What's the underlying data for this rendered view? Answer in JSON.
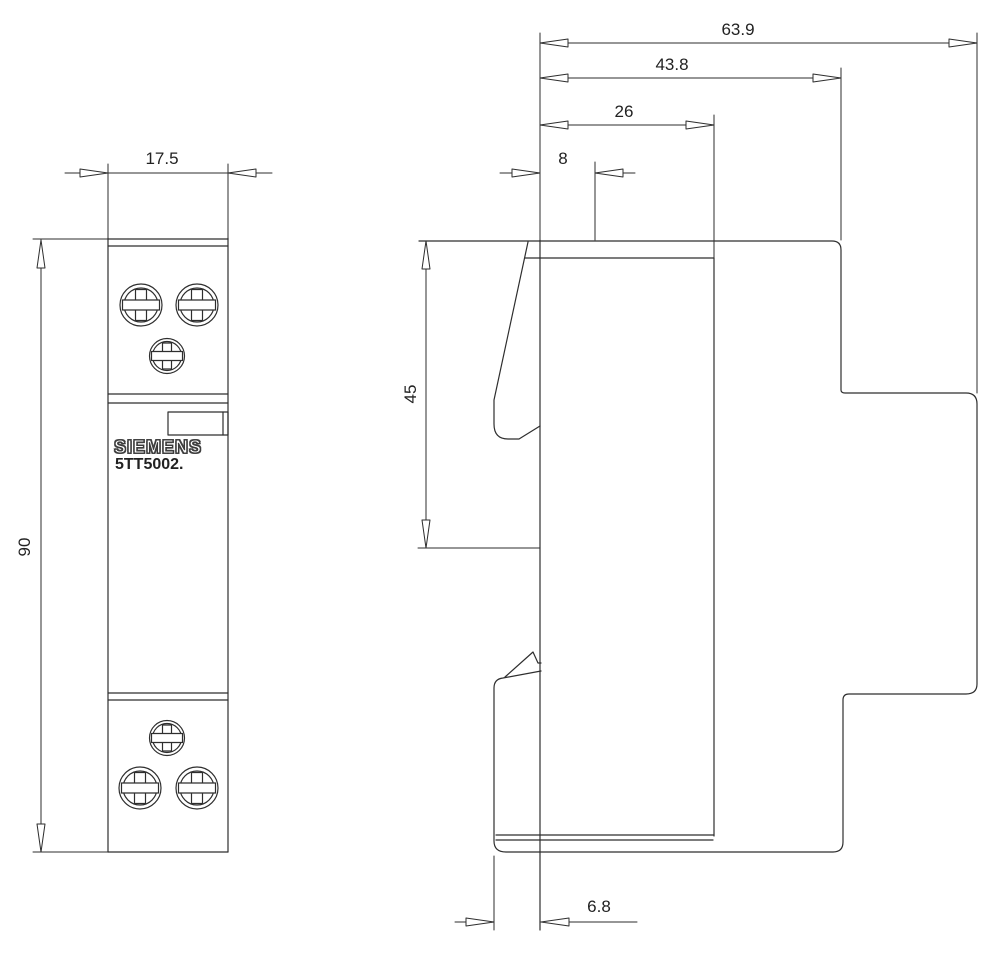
{
  "drawing": {
    "brand": "SIEMENS",
    "model": "5TT5002.",
    "dimensions": {
      "front_width": "17.5",
      "front_height": "90",
      "overall_depth": "63.9",
      "body_depth": "43.8",
      "upper_depth": "26",
      "top_offset": "8",
      "upper_height": "45",
      "rail_offset": "6.8"
    }
  }
}
